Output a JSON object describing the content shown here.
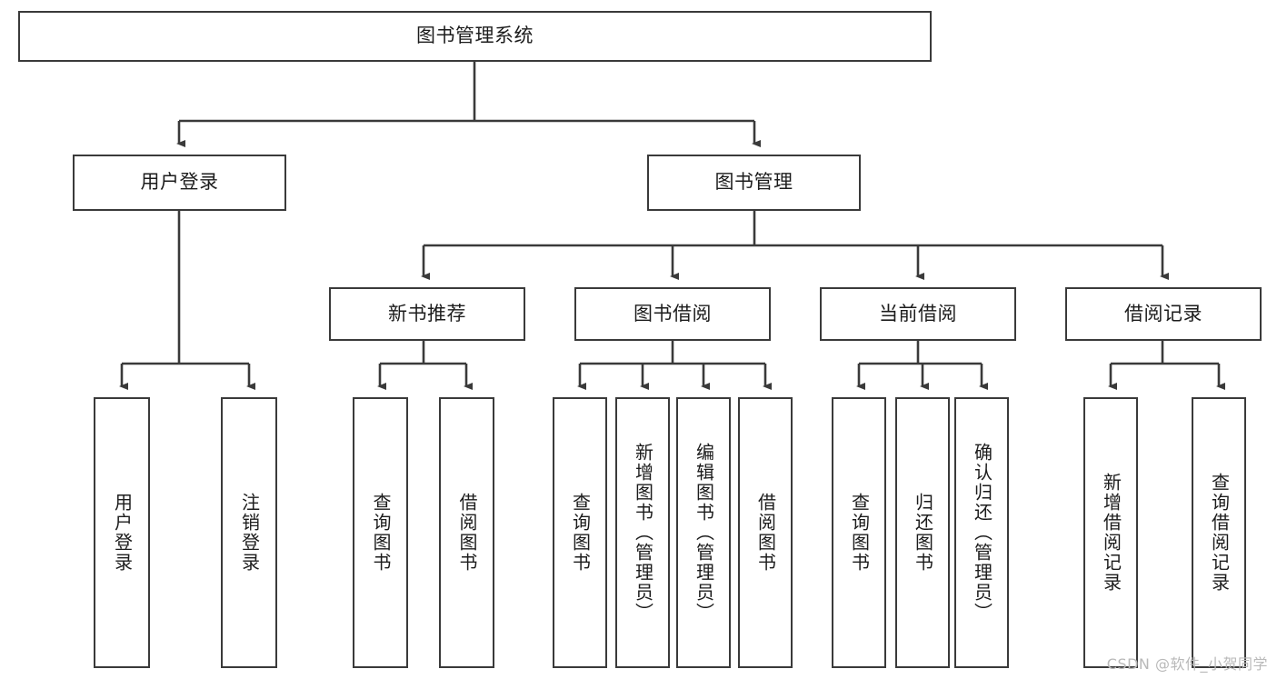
{
  "diagram": {
    "type": "tree-hierarchy-chart",
    "title": "图书管理系统",
    "root": {
      "id": "root",
      "label": "图书管理系统"
    },
    "level1": [
      {
        "id": "user-login",
        "label": "用户登录"
      },
      {
        "id": "book-management",
        "label": "图书管理"
      }
    ],
    "level2": [
      {
        "id": "new-book-recommend",
        "label": "新书推荐",
        "parent": "book-management"
      },
      {
        "id": "book-borrow",
        "label": "图书借阅",
        "parent": "book-management"
      },
      {
        "id": "current-borrow",
        "label": "当前借阅",
        "parent": "book-management"
      },
      {
        "id": "borrow-record",
        "label": "借阅记录",
        "parent": "book-management"
      }
    ],
    "leaves": {
      "user-login": [
        {
          "id": "leaf-user-login",
          "label": "用户登录"
        },
        {
          "id": "leaf-user-logout",
          "label": "注销登录"
        }
      ],
      "new-book-recommend": [
        {
          "id": "leaf-query-book-1",
          "label": "查询图书"
        },
        {
          "id": "leaf-borrow-book-1",
          "label": "借阅图书"
        }
      ],
      "book-borrow": [
        {
          "id": "leaf-query-book-2",
          "label": "查询图书"
        },
        {
          "id": "leaf-add-book",
          "label": "新增图书（管理员）"
        },
        {
          "id": "leaf-edit-book",
          "label": "编辑图书（管理员）"
        },
        {
          "id": "leaf-borrow-book-2",
          "label": "借阅图书"
        }
      ],
      "current-borrow": [
        {
          "id": "leaf-query-book-3",
          "label": "查询图书"
        },
        {
          "id": "leaf-return-book",
          "label": "归还图书"
        },
        {
          "id": "leaf-confirm-return",
          "label": "确认归还（管理员）"
        }
      ],
      "borrow-record": [
        {
          "id": "leaf-add-record",
          "label": "新增借阅记录"
        },
        {
          "id": "leaf-query-record",
          "label": "查询借阅记录"
        }
      ]
    }
  },
  "watermark": {
    "text": "CSDN @软件_小贺同学"
  },
  "colors": {
    "border": "#3a3a3a",
    "text": "#1c1c1c",
    "background": "#ffffff",
    "watermark": "#b9b9b9"
  }
}
